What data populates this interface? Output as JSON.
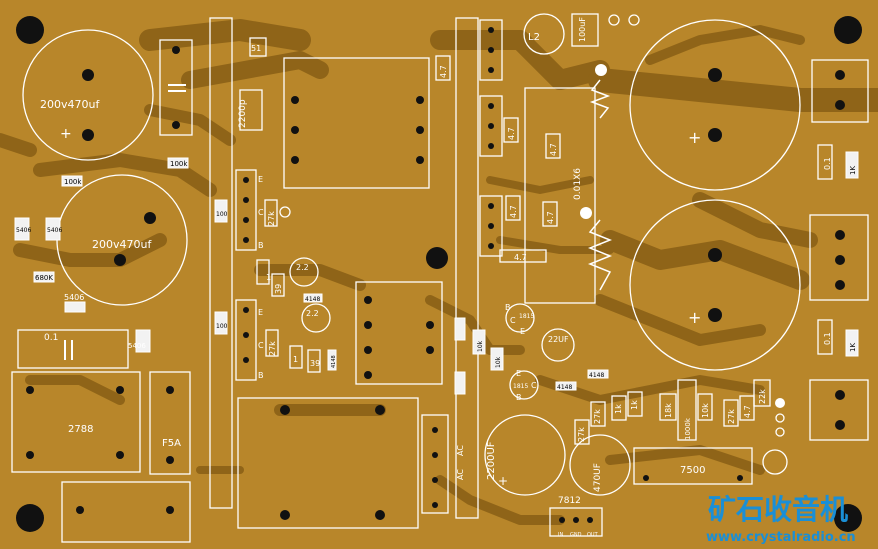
{
  "labels": {
    "cap_c1": "200v470uf",
    "cap_c2": "200v470uf",
    "res_100k_a": "100k",
    "res_100k_b": "100k",
    "diode_5406_a": "5406",
    "diode_5406_b": "5406",
    "diode_5406_c": "5406",
    "diode_5406_d": "5406",
    "res_680k": "680K",
    "cap_01_left": "0.1",
    "chip_2788": "2788",
    "fuse": "F5A",
    "cap_2200p": "2200p",
    "res_51": "51",
    "res_47_a": "4.7",
    "res_47_b": "4.7",
    "res_47_c": "4.7",
    "res_47_d": "4.7",
    "res_47_e": "4.7",
    "res_47_f": "4.7",
    "inductor_l2": "L2",
    "cap_100uf": "100uF",
    "res_001x6": "0.01X6",
    "res_100_a": "100",
    "res_100_b": "100",
    "res_27k_a": "27k",
    "res_27k_b": "27k",
    "res_27k_c": "27k",
    "res_27k_d": "27k",
    "res_27k_e": "27k",
    "res_1_a": "1",
    "res_1_b": "1",
    "res_39_a": "39",
    "res_39_b": "39",
    "cap_22_a": "2.2",
    "cap_22_b": "2.2",
    "diode_4148_a": "4148",
    "diode_4148_b": "4148",
    "diode_4148_c": "4148",
    "diode_4148_d": "4148",
    "res_10k_a": "10k",
    "res_10k_b": "10k",
    "trans_1815_a": "1815",
    "trans_1815_b": "1815",
    "cap_22uf": "22UF",
    "cap_2200uf": "2200UF",
    "cap_470uf": "470UF",
    "chip_7500": "7500",
    "chip_7812": "7812",
    "pin_in": "IN",
    "pin_gnd": "GND",
    "pin_out": "OUT",
    "ac_a": "AC",
    "ac_b": "AC",
    "res_1k_a": "1k",
    "res_1k_b": "1k",
    "res_18k": "18k",
    "res_1000k": "1000k",
    "res_22k": "22k",
    "cap_01_right_a": "0.1",
    "cap_01_right_b": "0.1",
    "res_1k_right_a": "1K",
    "res_1k_right_b": "1K",
    "pin_e_a": "E",
    "pin_c_a": "C",
    "pin_b_a": "B",
    "pin_e_b": "E",
    "pin_c_b": "C",
    "pin_b_b": "B",
    "pin_e_c": "E",
    "pin_c_c": "C",
    "pin_b_c": "B",
    "pin_e_d": "E",
    "pin_c_d": "C",
    "pin_b_d": "B",
    "watermark_cn": "矿石收音机",
    "watermark_url": "www.crystalradio.cn"
  },
  "colors": {
    "board": "#b8862a",
    "trace": "#8f6418",
    "silk": "#ffffff",
    "pad": "#111111",
    "watermark": "#1a8fd6"
  }
}
